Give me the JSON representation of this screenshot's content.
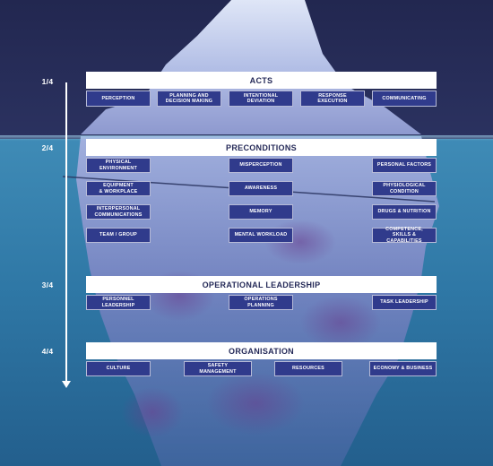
{
  "levels": [
    {
      "step": "1/4",
      "title": "ACTS"
    },
    {
      "step": "2/4",
      "title": "PRECONDITIONS"
    },
    {
      "step": "3/4",
      "title": "OPERATIONAL LEADERSHIP"
    },
    {
      "step": "4/4",
      "title": "ORGANISATION"
    }
  ],
  "acts": [
    "PERCEPTION",
    "PLANNING AND\nDECISION MAKING",
    "INTENTIONAL\nDEVIATION",
    "RESPONSE EXECUTION",
    "COMMUNICATING"
  ],
  "preconditions": {
    "left": [
      "PHYSICAL\nENVIRONMENT",
      "EQUIPMENT\n& WORKPLACE",
      "INTERPERSONAL\nCOMMUNICATIONS",
      "TEAM / GROUP"
    ],
    "center": [
      "MISPERCEPTION",
      "AWARENESS",
      "MEMORY",
      "MENTAL WORKLOAD"
    ],
    "right": [
      "PERSONAL FACTORS",
      "PHYSIOLOGICAL\nCONDITION",
      "DRUGS & NUTRITION",
      "COMPETENCE,\nSKILLS & CAPABILITIES"
    ]
  },
  "operational_leadership": [
    "PERSONNEL\nLEADERSHIP",
    "OPERATIONS\nPLANNING",
    "TASK LEADERSHIP"
  ],
  "organisation": [
    "CULTURE",
    "SAFETY\nMANAGEMENT",
    "RESOURCES",
    "ECONOMY & BUSINESS"
  ]
}
